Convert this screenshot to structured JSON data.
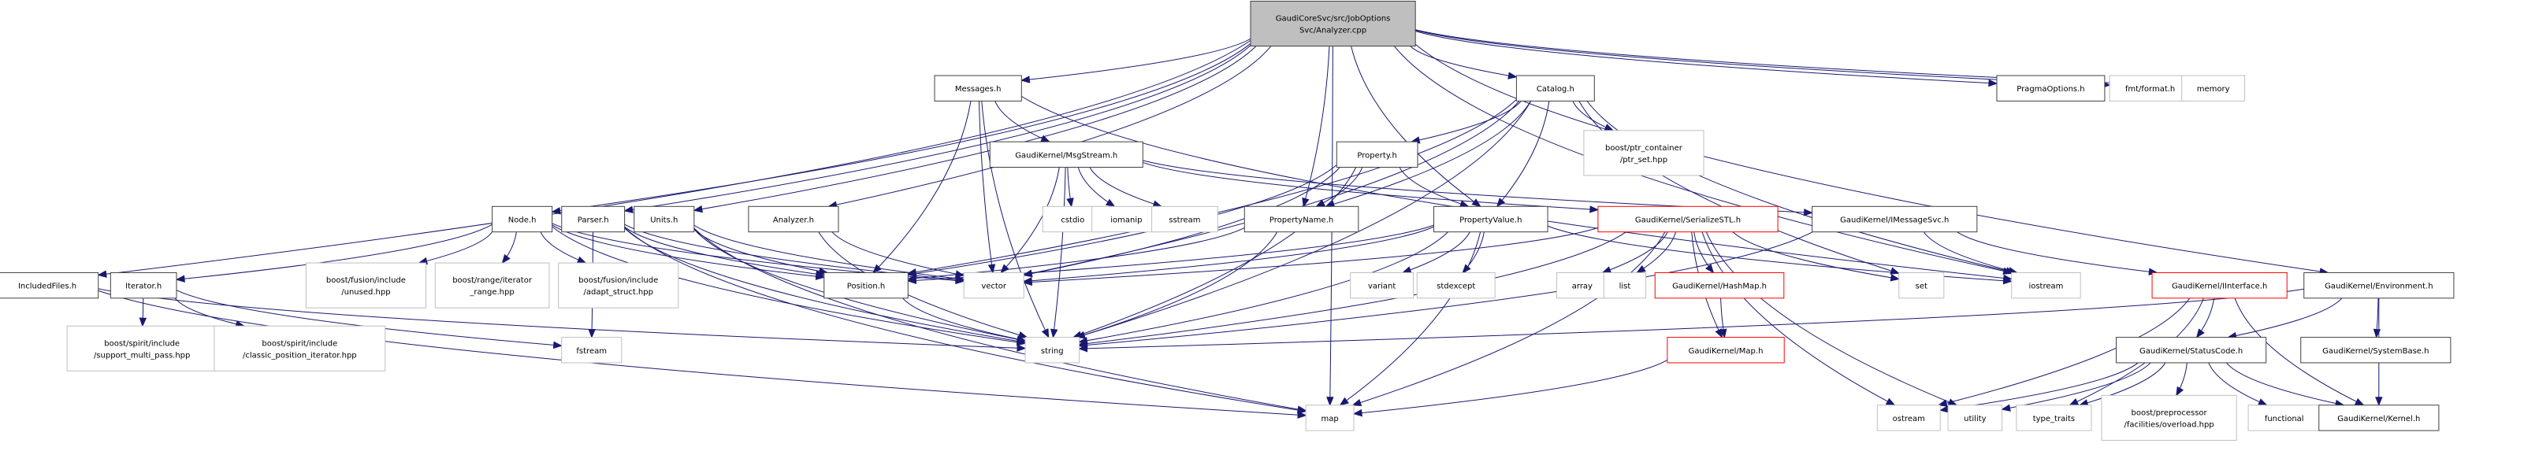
{
  "diagram": {
    "title": "Include dependency graph for GaudiCoreSvc/src/JobOptionsSvc/Analyzer.cpp",
    "colors": {
      "edge": "#191970",
      "root_fill": "#bfbfbf",
      "documented_border": "#404040",
      "external_border": "#bfbfbf",
      "incomplete_border": "#ff0000"
    },
    "nodes": [
      {
        "id": "root",
        "lines": [
          "GaudiCoreSvc/src/JobOptions",
          "Svc/Analyzer.cpp"
        ],
        "kind": "root"
      },
      {
        "id": "IncludedFiles",
        "lines": [
          "IncludedFiles.h"
        ],
        "kind": "doc"
      },
      {
        "id": "Node",
        "lines": [
          "Node.h"
        ],
        "kind": "doc"
      },
      {
        "id": "Parser",
        "lines": [
          "Parser.h"
        ],
        "kind": "doc"
      },
      {
        "id": "Units",
        "lines": [
          "Units.h"
        ],
        "kind": "doc"
      },
      {
        "id": "Analyzer",
        "lines": [
          "Analyzer.h"
        ],
        "kind": "doc"
      },
      {
        "id": "Messages",
        "lines": [
          "Messages.h"
        ],
        "kind": "doc"
      },
      {
        "id": "MsgStream",
        "lines": [
          "GaudiKernel/MsgStream.h"
        ],
        "kind": "doc"
      },
      {
        "id": "Catalog",
        "lines": [
          "Catalog.h"
        ],
        "kind": "doc"
      },
      {
        "id": "Property",
        "lines": [
          "Property.h"
        ],
        "kind": "doc"
      },
      {
        "id": "PropertyName",
        "lines": [
          "PropertyName.h"
        ],
        "kind": "doc"
      },
      {
        "id": "PropertyValue",
        "lines": [
          "PropertyValue.h"
        ],
        "kind": "doc"
      },
      {
        "id": "SerializeSTL",
        "lines": [
          "GaudiKernel/SerializeSTL.h"
        ],
        "kind": "warn"
      },
      {
        "id": "IMessageSvc",
        "lines": [
          "GaudiKernel/IMessageSvc.h"
        ],
        "kind": "doc"
      },
      {
        "id": "PragmaOptions",
        "lines": [
          "PragmaOptions.h"
        ],
        "kind": "doc"
      },
      {
        "id": "fmtformat",
        "lines": [
          "fmt/format.h"
        ],
        "kind": "ext"
      },
      {
        "id": "memory",
        "lines": [
          "memory"
        ],
        "kind": "ext"
      },
      {
        "id": "ptrset",
        "lines": [
          "boost/ptr_container",
          "/ptr_set.hpp"
        ],
        "kind": "ext"
      },
      {
        "id": "Iterator",
        "lines": [
          "Iterator.h"
        ],
        "kind": "doc"
      },
      {
        "id": "unused",
        "lines": [
          "boost/fusion/include",
          "/unused.hpp"
        ],
        "kind": "ext"
      },
      {
        "id": "iterrange",
        "lines": [
          "boost/range/iterator",
          "_range.hpp"
        ],
        "kind": "ext"
      },
      {
        "id": "adapt",
        "lines": [
          "boost/fusion/include",
          "/adapt_struct.hpp"
        ],
        "kind": "ext"
      },
      {
        "id": "Position",
        "lines": [
          "Position.h"
        ],
        "kind": "doc"
      },
      {
        "id": "vector",
        "lines": [
          "vector"
        ],
        "kind": "ext"
      },
      {
        "id": "cstdio",
        "lines": [
          "cstdio"
        ],
        "kind": "ext"
      },
      {
        "id": "iomanip",
        "lines": [
          "iomanip"
        ],
        "kind": "ext"
      },
      {
        "id": "sstream",
        "lines": [
          "sstream"
        ],
        "kind": "ext"
      },
      {
        "id": "variant",
        "lines": [
          "variant"
        ],
        "kind": "ext"
      },
      {
        "id": "stdexcept",
        "lines": [
          "stdexcept"
        ],
        "kind": "ext"
      },
      {
        "id": "array",
        "lines": [
          "array"
        ],
        "kind": "ext"
      },
      {
        "id": "list",
        "lines": [
          "list"
        ],
        "kind": "ext"
      },
      {
        "id": "HashMap",
        "lines": [
          "GaudiKernel/HashMap.h"
        ],
        "kind": "warn"
      },
      {
        "id": "set",
        "lines": [
          "set"
        ],
        "kind": "ext"
      },
      {
        "id": "iostream",
        "lines": [
          "iostream"
        ],
        "kind": "ext"
      },
      {
        "id": "IInterface",
        "lines": [
          "GaudiKernel/IInterface.h"
        ],
        "kind": "warn"
      },
      {
        "id": "Environment",
        "lines": [
          "GaudiKernel/Environment.h"
        ],
        "kind": "doc"
      },
      {
        "id": "multipass",
        "lines": [
          "boost/spirit/include",
          "/support_multi_pass.hpp"
        ],
        "kind": "ext"
      },
      {
        "id": "classicpos",
        "lines": [
          "boost/spirit/include",
          "/classic_position_iterator.hpp"
        ],
        "kind": "ext"
      },
      {
        "id": "fstream",
        "lines": [
          "fstream"
        ],
        "kind": "ext"
      },
      {
        "id": "string",
        "lines": [
          "string"
        ],
        "kind": "ext"
      },
      {
        "id": "Map",
        "lines": [
          "GaudiKernel/Map.h"
        ],
        "kind": "warn"
      },
      {
        "id": "StatusCode",
        "lines": [
          "GaudiKernel/StatusCode.h"
        ],
        "kind": "doc"
      },
      {
        "id": "SystemBase",
        "lines": [
          "GaudiKernel/SystemBase.h"
        ],
        "kind": "doc"
      },
      {
        "id": "map",
        "lines": [
          "map"
        ],
        "kind": "ext"
      },
      {
        "id": "ostream",
        "lines": [
          "ostream"
        ],
        "kind": "ext"
      },
      {
        "id": "utility",
        "lines": [
          "utility"
        ],
        "kind": "ext"
      },
      {
        "id": "type_traits",
        "lines": [
          "type_traits"
        ],
        "kind": "ext"
      },
      {
        "id": "overload",
        "lines": [
          "boost/preprocessor",
          "/facilities/overload.hpp"
        ],
        "kind": "ext"
      },
      {
        "id": "functional",
        "lines": [
          "functional"
        ],
        "kind": "ext"
      },
      {
        "id": "Kernel",
        "lines": [
          "GaudiKernel/Kernel.h"
        ],
        "kind": "doc"
      }
    ],
    "edges": [
      [
        "root",
        "IncludedFiles"
      ],
      [
        "root",
        "Node"
      ],
      [
        "root",
        "Parser"
      ],
      [
        "root",
        "Units"
      ],
      [
        "root",
        "Analyzer"
      ],
      [
        "root",
        "Messages"
      ],
      [
        "root",
        "Catalog"
      ],
      [
        "root",
        "PropertyName"
      ],
      [
        "root",
        "PropertyValue"
      ],
      [
        "root",
        "PragmaOptions"
      ],
      [
        "root",
        "fmtformat"
      ],
      [
        "root",
        "memory"
      ],
      [
        "root",
        "iostream"
      ],
      [
        "root",
        "Environment"
      ],
      [
        "root",
        "map"
      ],
      [
        "IncludedFiles",
        "string"
      ],
      [
        "IncludedFiles",
        "map"
      ],
      [
        "Node",
        "Iterator"
      ],
      [
        "Node",
        "unused"
      ],
      [
        "Node",
        "iterrange"
      ],
      [
        "Node",
        "adapt"
      ],
      [
        "Node",
        "Position"
      ],
      [
        "Node",
        "vector"
      ],
      [
        "Node",
        "string"
      ],
      [
        "Iterator",
        "multipass"
      ],
      [
        "Iterator",
        "classicpos"
      ],
      [
        "Iterator",
        "fstream"
      ],
      [
        "Parser",
        "fstream"
      ],
      [
        "Parser",
        "Position"
      ],
      [
        "Parser",
        "vector"
      ],
      [
        "Parser",
        "string"
      ],
      [
        "Parser",
        "map"
      ],
      [
        "Units",
        "Position"
      ],
      [
        "Units",
        "vector"
      ],
      [
        "Units",
        "string"
      ],
      [
        "Units",
        "map"
      ],
      [
        "Analyzer",
        "vector"
      ],
      [
        "Analyzer",
        "string"
      ],
      [
        "Messages",
        "MsgStream"
      ],
      [
        "Messages",
        "vector"
      ],
      [
        "Messages",
        "string"
      ],
      [
        "Messages",
        "iostream"
      ],
      [
        "Messages",
        "Position"
      ],
      [
        "MsgStream",
        "cstdio"
      ],
      [
        "MsgStream",
        "iomanip"
      ],
      [
        "MsgStream",
        "sstream"
      ],
      [
        "MsgStream",
        "string"
      ],
      [
        "MsgStream",
        "vector"
      ],
      [
        "MsgStream",
        "SerializeSTL"
      ],
      [
        "MsgStream",
        "IMessageSvc"
      ],
      [
        "Catalog",
        "Property"
      ],
      [
        "Catalog",
        "PropertyName"
      ],
      [
        "Catalog",
        "PropertyValue"
      ],
      [
        "Catalog",
        "ptrset"
      ],
      [
        "Catalog",
        "vector"
      ],
      [
        "Catalog",
        "string"
      ],
      [
        "Catalog",
        "set"
      ],
      [
        "Catalog",
        "iostream"
      ],
      [
        "Catalog",
        "Position"
      ],
      [
        "Property",
        "PropertyName"
      ],
      [
        "Property",
        "PropertyValue"
      ],
      [
        "Property",
        "Position"
      ],
      [
        "Property",
        "string"
      ],
      [
        "Property",
        "vector"
      ],
      [
        "PropertyName",
        "Position"
      ],
      [
        "PropertyName",
        "string"
      ],
      [
        "PropertyValue",
        "Position"
      ],
      [
        "PropertyValue",
        "vector"
      ],
      [
        "PropertyValue",
        "string"
      ],
      [
        "PropertyValue",
        "variant"
      ],
      [
        "PropertyValue",
        "stdexcept"
      ],
      [
        "PropertyValue",
        "map"
      ],
      [
        "PropertyValue",
        "iostream"
      ],
      [
        "Position",
        "string"
      ],
      [
        "SerializeSTL",
        "array"
      ],
      [
        "SerializeSTL",
        "list"
      ],
      [
        "SerializeSTL",
        "HashMap"
      ],
      [
        "SerializeSTL",
        "Map"
      ],
      [
        "SerializeSTL",
        "set"
      ],
      [
        "SerializeSTL",
        "ostream"
      ],
      [
        "SerializeSTL",
        "utility"
      ],
      [
        "SerializeSTL",
        "vector"
      ],
      [
        "SerializeSTL",
        "map"
      ],
      [
        "SerializeSTL",
        "string"
      ],
      [
        "HashMap",
        "Map"
      ],
      [
        "Map",
        "map"
      ],
      [
        "IMessageSvc",
        "iostream"
      ],
      [
        "IMessageSvc",
        "IInterface"
      ],
      [
        "IMessageSvc",
        "string"
      ],
      [
        "IInterface",
        "StatusCode"
      ],
      [
        "IInterface",
        "Kernel"
      ],
      [
        "IInterface",
        "ostream"
      ],
      [
        "IInterface",
        "type_traits"
      ],
      [
        "Environment",
        "StatusCode"
      ],
      [
        "Environment",
        "SystemBase"
      ],
      [
        "Environment",
        "Kernel"
      ],
      [
        "Environment",
        "string"
      ],
      [
        "StatusCode",
        "ostream"
      ],
      [
        "StatusCode",
        "utility"
      ],
      [
        "StatusCode",
        "type_traits"
      ],
      [
        "StatusCode",
        "overload"
      ],
      [
        "StatusCode",
        "functional"
      ],
      [
        "StatusCode",
        "Kernel"
      ]
    ]
  }
}
